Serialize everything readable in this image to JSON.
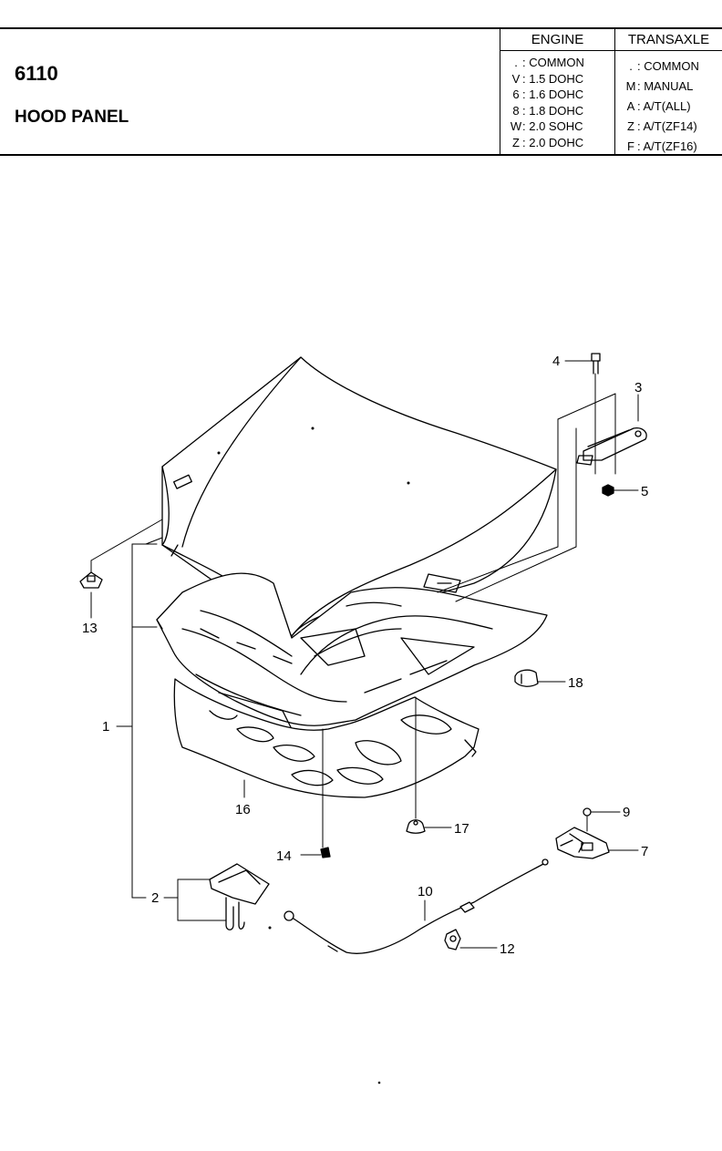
{
  "header": {
    "code": "6110",
    "title": "HOOD PANEL"
  },
  "engine_table": {
    "heading": "ENGINE",
    "rows": [
      {
        "key": ".",
        "value": ": COMMON"
      },
      {
        "key": "V",
        "value": ": 1.5 DOHC"
      },
      {
        "key": "6",
        "value": ": 1.6 DOHC"
      },
      {
        "key": "8",
        "value": ": 1.8 DOHC"
      },
      {
        "key": "W",
        "value": ": 2.0 SOHC"
      },
      {
        "key": "Z",
        "value": ": 2.0 DOHC"
      }
    ]
  },
  "transaxle_table": {
    "heading": "TRANSAXLE",
    "rows": [
      {
        "key": ".",
        "value": ": COMMON"
      },
      {
        "key": "M",
        "value": ": MANUAL"
      },
      {
        "key": "A",
        "value": ": A/T(ALL)"
      },
      {
        "key": "Z",
        "value": ": A/T(ZF14)"
      },
      {
        "key": "F",
        "value": ": A/T(ZF16)"
      }
    ]
  },
  "callouts": {
    "c1": "1",
    "c2": "2",
    "c3": "3",
    "c4": "4",
    "c5": "5",
    "c7": "7",
    "c9": "9",
    "c10": "10",
    "c12": "12",
    "c13": "13",
    "c14": "14",
    "c16": "16",
    "c17": "17",
    "c18": "18"
  }
}
